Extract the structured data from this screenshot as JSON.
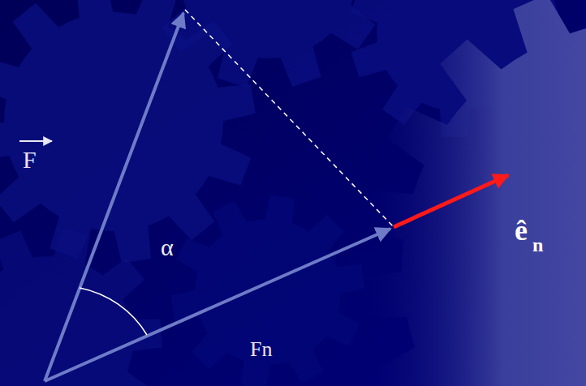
{
  "diagram": {
    "labels": [
      "F",
      "α",
      "Fn",
      "ê",
      "n"
    ]
  }
}
